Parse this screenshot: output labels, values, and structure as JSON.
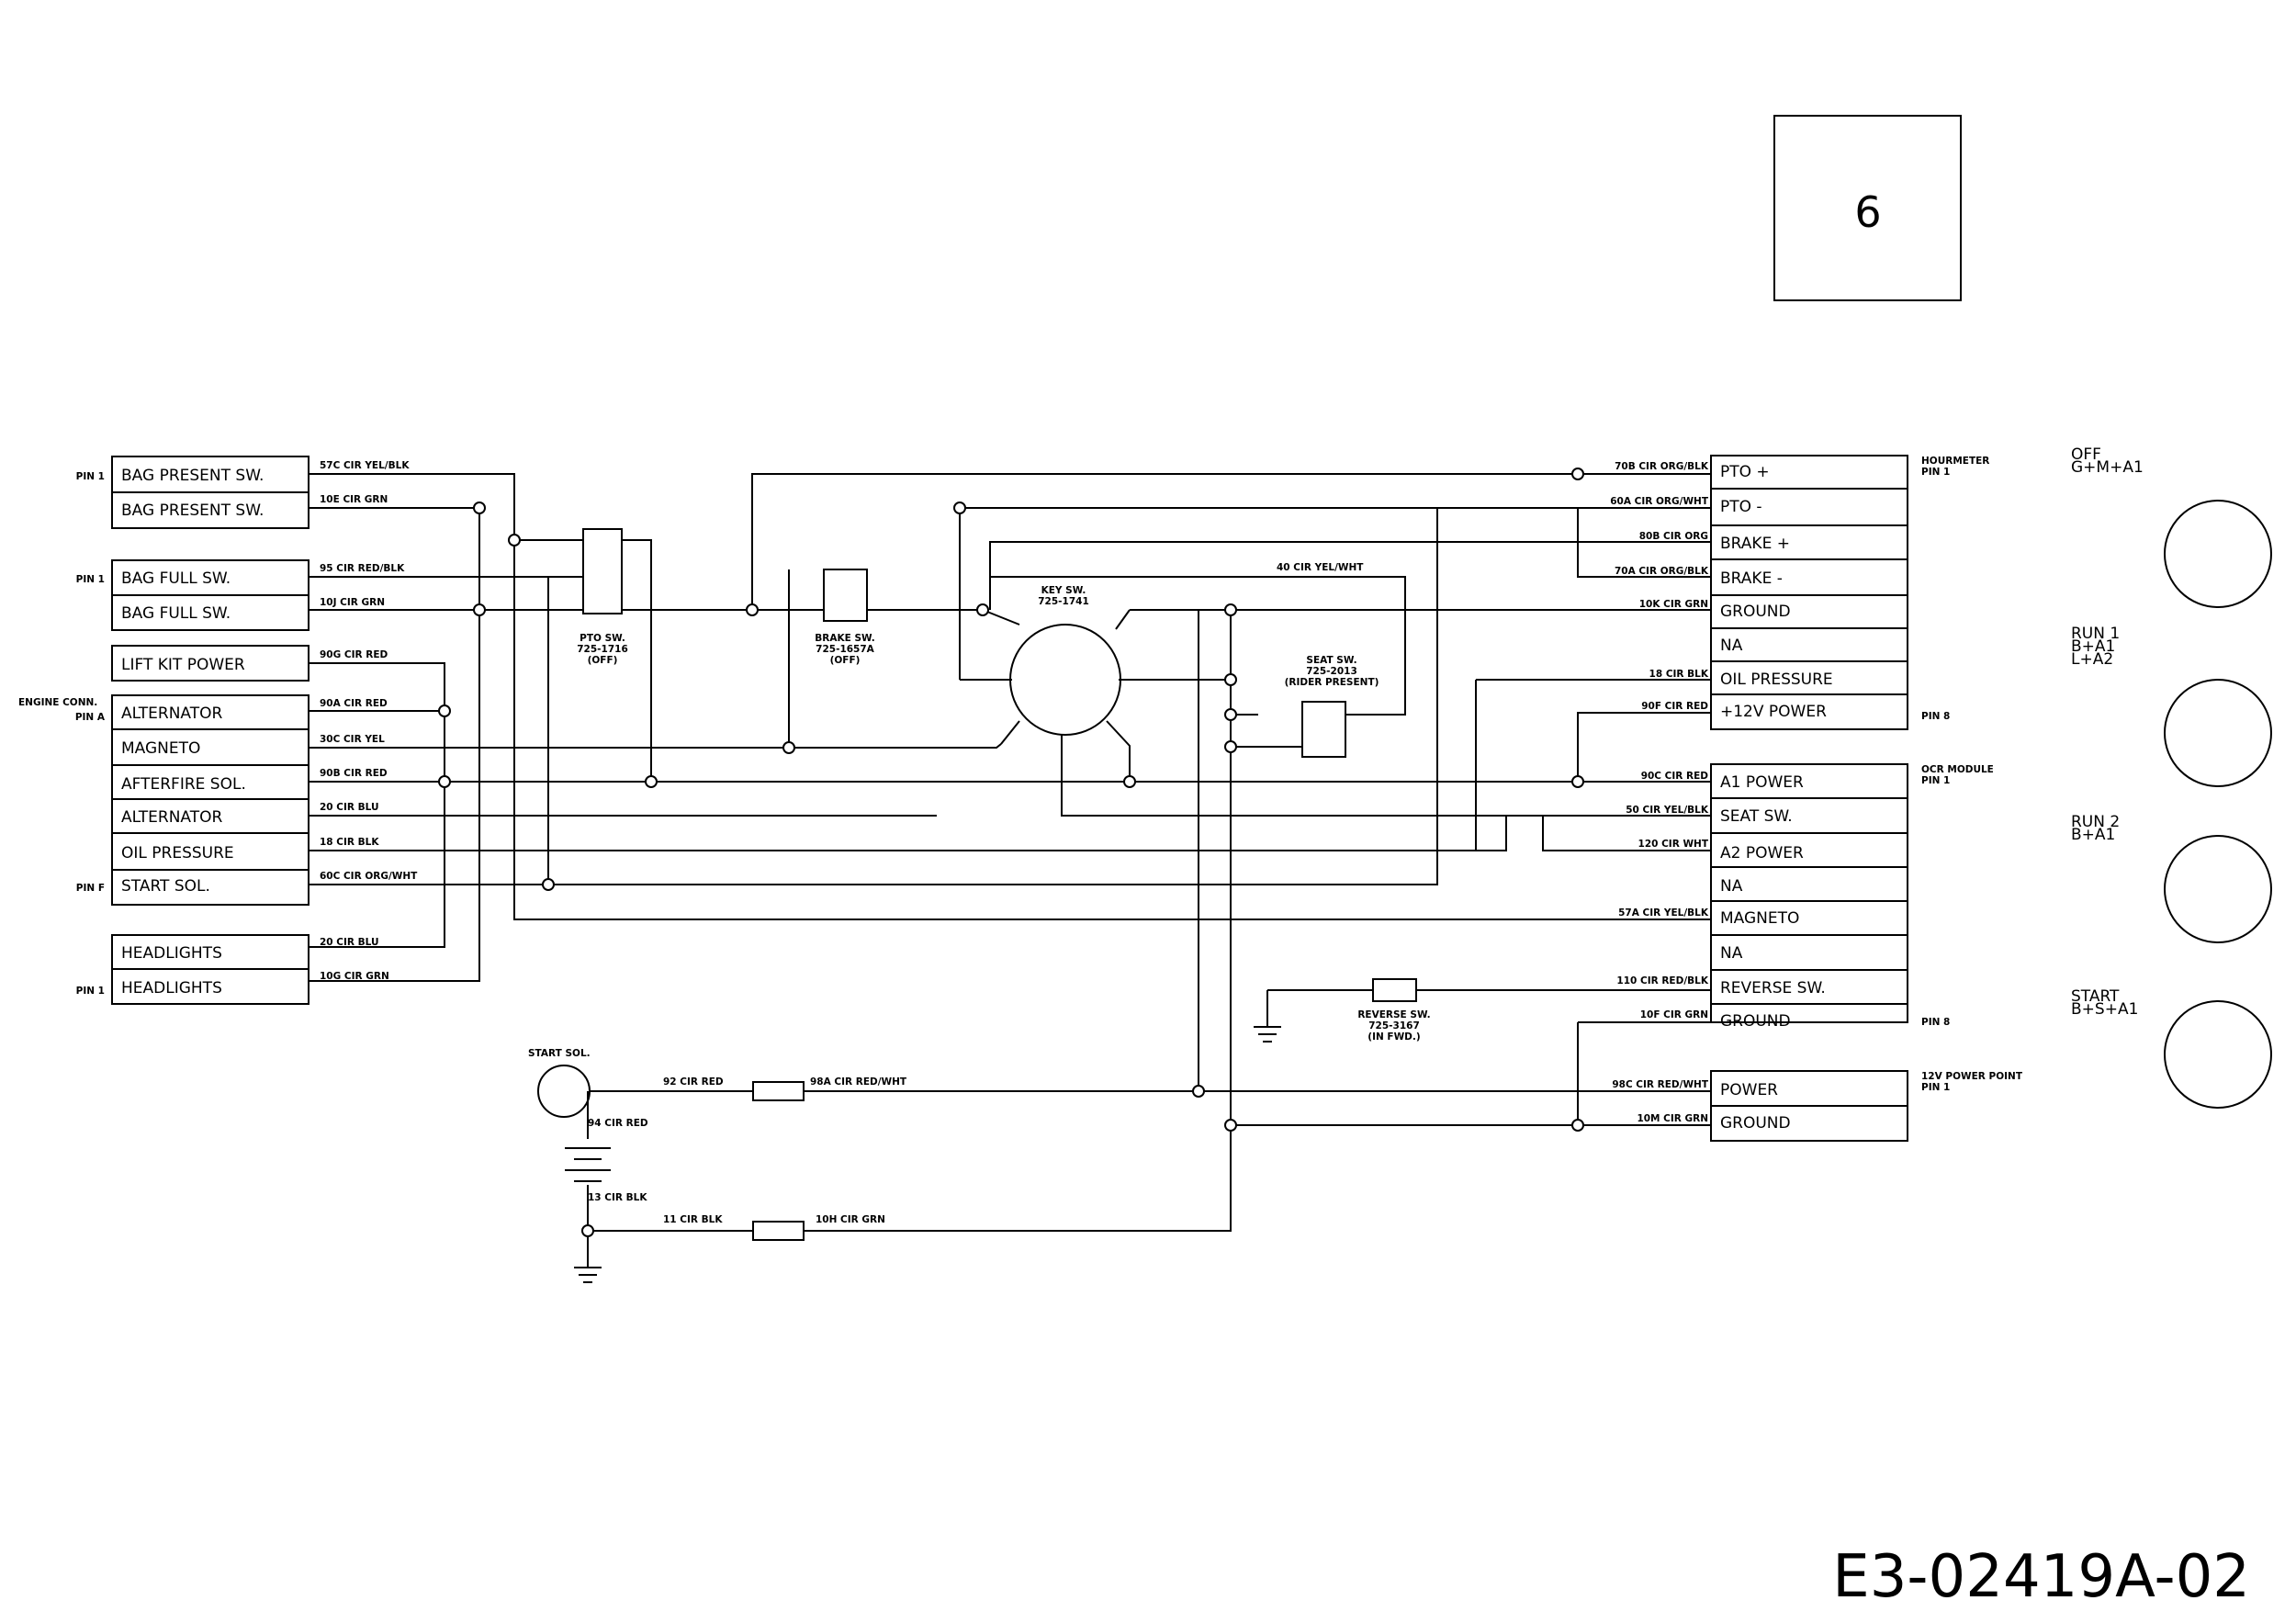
{
  "page_number": "6",
  "drawing_code": "E3-02419A-02",
  "left_connectors": [
    {
      "label": "BAG PRESENT SW.",
      "wire": "57C CIR YEL/BLK",
      "pin": "PIN 1"
    },
    {
      "label": "BAG PRESENT SW.",
      "wire": "10E CIR GRN",
      "pin": ""
    },
    {
      "label": "BAG FULL SW.",
      "wire": "95 CIR RED/BLK",
      "pin": "PIN 1"
    },
    {
      "label": "BAG FULL SW.",
      "wire": "10J CIR GRN",
      "pin": ""
    },
    {
      "label": "LIFT KIT POWER",
      "wire": "90G CIR RED",
      "pin": ""
    },
    {
      "label": "ALTERNATOR",
      "wire": "90A CIR RED",
      "pin": "PIN A"
    },
    {
      "label": "MAGNETO",
      "wire": "30C CIR YEL",
      "pin": ""
    },
    {
      "label": "AFTERFIRE SOL.",
      "wire": "90B CIR RED",
      "pin": ""
    },
    {
      "label": "ALTERNATOR",
      "wire": "20 CIR BLU",
      "pin": ""
    },
    {
      "label": "OIL PRESSURE",
      "wire": "18 CIR BLK",
      "pin": ""
    },
    {
      "label": "START SOL.",
      "wire": "60C CIR ORG/WHT",
      "pin": "PIN F"
    },
    {
      "label": "HEADLIGHTS",
      "wire": "20 CIR BLU",
      "pin": ""
    },
    {
      "label": "HEADLIGHTS",
      "wire": "10G CIR GRN",
      "pin": "PIN 1"
    }
  ],
  "engine_conn_label": "ENGINE CONN.",
  "right_connectors": [
    {
      "label": "PTO +",
      "wire": "70B CIR ORG/BLK"
    },
    {
      "label": "PTO -",
      "wire": "60A CIR ORG/WHT"
    },
    {
      "label": "BRAKE +",
      "wire": "80B CIR ORG"
    },
    {
      "label": "BRAKE -",
      "wire": "70A CIR ORG/BLK"
    },
    {
      "label": "GROUND",
      "wire": "10K CIR GRN"
    },
    {
      "label": "NA",
      "wire": ""
    },
    {
      "label": "OIL PRESSURE",
      "wire": "18 CIR BLK"
    },
    {
      "label": "+12V POWER",
      "wire": "90F CIR RED"
    },
    {
      "label": "A1 POWER",
      "wire": "90C CIR RED"
    },
    {
      "label": "SEAT SW.",
      "wire": "50 CIR YEL/BLK"
    },
    {
      "label": "A2 POWER",
      "wire": "120 CIR WHT"
    },
    {
      "label": "NA",
      "wire": ""
    },
    {
      "label": "MAGNETO",
      "wire": "57A CIR YEL/BLK"
    },
    {
      "label": "NA",
      "wire": ""
    },
    {
      "label": "REVERSE SW.",
      "wire": "110 CIR RED/BLK"
    },
    {
      "label": "GROUND",
      "wire": "10F CIR GRN"
    },
    {
      "label": "POWER",
      "wire": "98C CIR RED/WHT"
    },
    {
      "label": "GROUND",
      "wire": "10M CIR GRN"
    }
  ],
  "right_notes": [
    {
      "line1": "HOURMETER",
      "line2": "PIN 1"
    },
    {
      "line1": "PIN 8",
      "line2": ""
    },
    {
      "line1": "OCR MODULE",
      "line2": "PIN 1"
    },
    {
      "line1": "PIN 8",
      "line2": ""
    },
    {
      "line1": "12V POWER POINT",
      "line2": "PIN 1"
    }
  ],
  "switches": {
    "pto": {
      "name": "PTO SW.",
      "part": "725-1716",
      "state": "(OFF)"
    },
    "brake": {
      "name": "BRAKE SW.",
      "part": "725-1657A",
      "state": "(OFF)"
    },
    "key": {
      "name": "KEY SW.",
      "part": "725-1741"
    },
    "seat": {
      "name": "SEAT SW.",
      "part": "725-2013",
      "state": "(RIDER PRESENT)"
    },
    "reverse": {
      "name": "REVERSE SW.",
      "part": "725-3167",
      "state": "(IN FWD.)"
    }
  },
  "misc_wires": {
    "w40": "40 CIR YEL/WHT",
    "w92": "92 CIR RED",
    "w98a": "98A CIR RED/WHT",
    "w94": "94 CIR RED",
    "w13": "13 CIR BLK",
    "w11": "11 CIR BLK",
    "w10h": "10H CIR GRN",
    "start_sol": "START SOL."
  },
  "key_positions": [
    {
      "title": "OFF",
      "combo1": "G+M+A1",
      "combo2": ""
    },
    {
      "title": "RUN 1",
      "combo1": "B+A1",
      "combo2": "L+A2"
    },
    {
      "title": "RUN 2",
      "combo1": "B+A1",
      "combo2": ""
    },
    {
      "title": "START",
      "combo1": "B+S+A1",
      "combo2": ""
    }
  ]
}
